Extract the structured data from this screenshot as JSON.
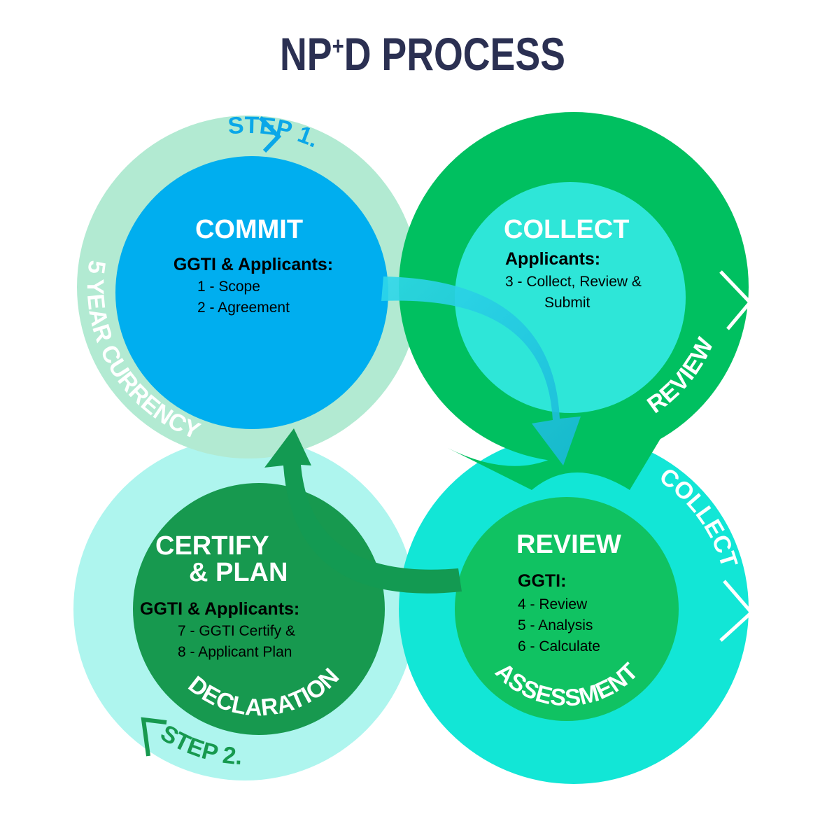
{
  "title": {
    "part1": "NP",
    "sup": "+",
    "part2": "D PROCESS"
  },
  "colors": {
    "title": "#2b3052",
    "commit_ring": "#b2ead2",
    "commit_core": "#00aeef",
    "collect_ring": "#00c060",
    "collect_core": "#2ee6d8",
    "review_ring": "#12e6d6",
    "review_core": "#10c262",
    "certify_ring": "#aef5ee",
    "certify_core": "#17994f"
  },
  "ring_labels": {
    "step1": "STEP 1.",
    "currency": "5 YEAR CURRENCY",
    "review": "REVIEW",
    "collect": "COLLECT",
    "assessment": "ASSESSMENT",
    "declaration": "DECLARATION",
    "step2": "STEP 2."
  },
  "stages": {
    "commit": {
      "heading": "COMMIT",
      "who": "GGTI & Applicants:",
      "items": [
        "1 - Scope",
        "2 - Agreement"
      ]
    },
    "collect": {
      "heading": "COLLECT",
      "who": "Applicants:",
      "items": [
        "3 - Collect, Review &",
        "Submit"
      ]
    },
    "review": {
      "heading": "REVIEW",
      "who": "GGTI:",
      "items": [
        "4 - Review",
        "5 - Analysis",
        "6 - Calculate"
      ]
    },
    "certify": {
      "heading1": "CERTIFY",
      "heading2": "& PLAN",
      "who": "GGTI & Applicants:",
      "items": [
        "7 - GGTI Certify &",
        "8 - Applicant Plan"
      ]
    }
  }
}
